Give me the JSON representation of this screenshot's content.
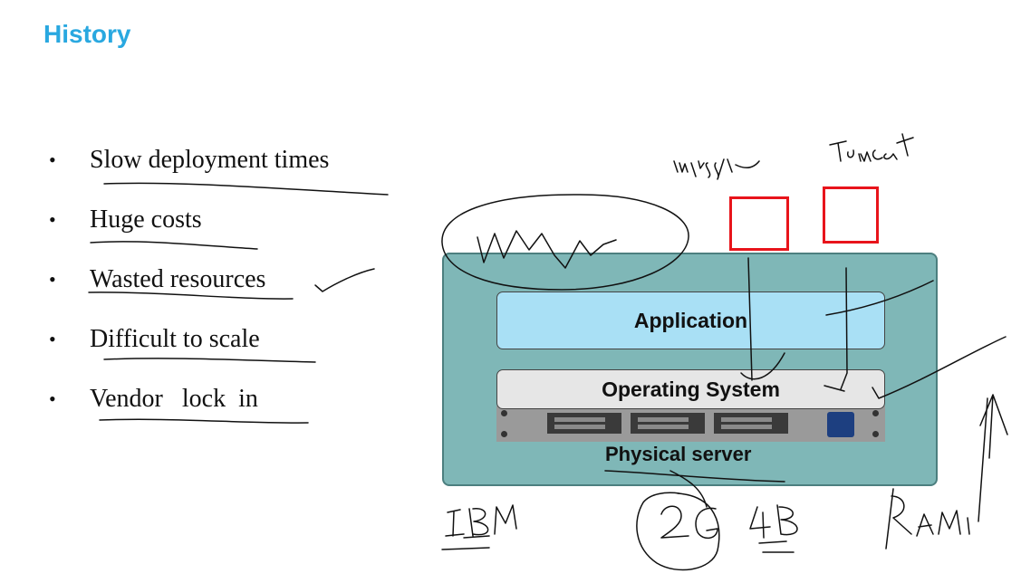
{
  "slide": {
    "title": "History",
    "bullets": [
      "Slow deployment times",
      "Huge costs",
      "Wasted resources",
      "Difficult to scale",
      "Vendor   lock  in"
    ]
  },
  "diagram": {
    "layers": {
      "application": "Application",
      "operating_system": "Operating System",
      "physical_server": "Physical server"
    }
  },
  "colors": {
    "title": "#29a8e0",
    "server_box": "#7fb7b7",
    "application_layer": "#a9e0f5",
    "os_layer": "#e6e6e6",
    "container_outline": "#e8141b"
  }
}
